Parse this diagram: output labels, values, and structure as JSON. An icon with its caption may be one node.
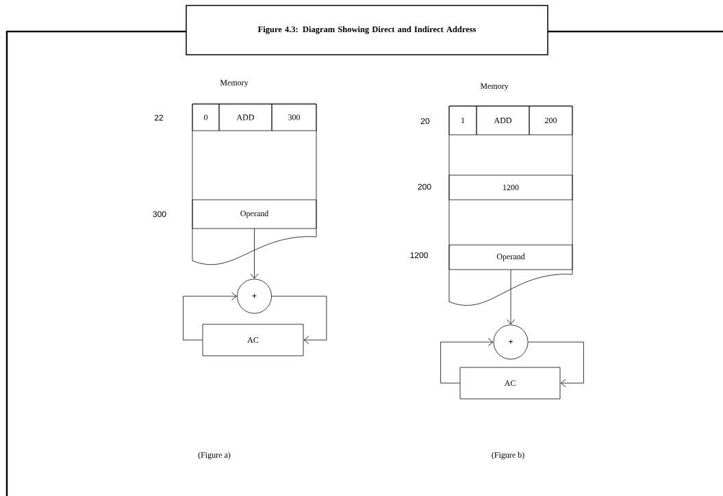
{
  "diagram": {
    "title": "Figure 4.3: Diagram Showing Direct and Indirect Address",
    "nodes": [
      {
        "text": [
          "Memory"
        ]
      },
      {
        "text": [
          "0"
        ],
        "in": 0
      },
      {
        "text": [
          "ADD"
        ],
        "in": 0
      },
      {
        "text": [
          "300"
        ],
        "in": 0
      },
      {
        "text": [
          "Operand"
        ],
        "in": 0
      },
      {
        "text": [
          "+"
        ]
      },
      {
        "text": [
          "AC"
        ]
      },
      {
        "text": [
          "Memory"
        ]
      },
      {
        "text": [
          "1"
        ],
        "in": 7
      },
      {
        "text": [
          "ADD"
        ],
        "in": 7
      },
      {
        "text": [
          "200"
        ],
        "in": 7
      },
      {
        "text": [
          "1200"
        ],
        "in": 7
      },
      {
        "text": [
          "Operand"
        ],
        "in": 7
      },
      {
        "text": [
          "+"
        ]
      },
      {
        "text": [
          "AC"
        ]
      }
    ],
    "edges": [
      {
        "from": 4,
        "to": 5,
        "arrow": "to"
      },
      {
        "from": 6,
        "to": 5,
        "arrow": "to"
      },
      {
        "from": 5,
        "to": 6,
        "arrow": "to"
      },
      {
        "from": 12,
        "to": 13,
        "arrow": "to"
      },
      {
        "from": 14,
        "to": 13,
        "arrow": "to"
      },
      {
        "from": 13,
        "to": 14,
        "arrow": "to"
      }
    ],
    "labels": [
      "22",
      "20",
      "200",
      "300",
      "1200",
      "(Figure a)",
      "(Figure b)"
    ]
  }
}
